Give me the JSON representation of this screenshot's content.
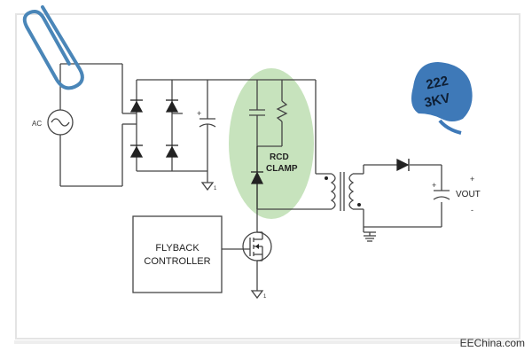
{
  "source": {
    "ac_label": "AC"
  },
  "clamp": {
    "label_line1": "RCD",
    "label_line2": "CLAMP"
  },
  "controller": {
    "label_line1": "FLYBACK",
    "label_line2": "CONTROLLER"
  },
  "output": {
    "label": "VOUT",
    "plus": "+",
    "minus": "-"
  },
  "capacitor_input_plus": "+",
  "capacitor_output_plus": "+",
  "ground_mark": "1",
  "component_badge": {
    "line1": "222",
    "line2": "3KV"
  },
  "watermark": {
    "text": "EEChina.com"
  },
  "colors": {
    "wire": "#444444",
    "clamp_highlight": "#a9d49a",
    "badge": "#3e79b8",
    "paperclip": "#4a86b8"
  },
  "icons": [
    "paperclip-icon",
    "ceramic-capacitor-icon"
  ]
}
